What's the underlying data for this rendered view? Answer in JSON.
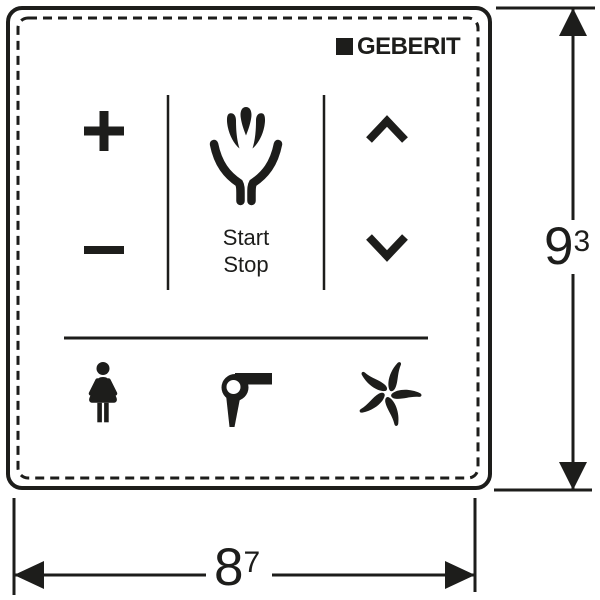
{
  "colors": {
    "ink": "#1d1d1b",
    "background": "#ffffff"
  },
  "panel": {
    "brand": {
      "logo_text": "GEBERIT",
      "logo_mark": "black-square"
    },
    "controls": {
      "spray_intensity": {
        "increase_icon": "plus-icon",
        "decrease_icon": "minus-icon"
      },
      "spray": {
        "icon": "spray-icon",
        "start_label": "Start",
        "stop_label": "Stop"
      },
      "arm_position": {
        "up_icon": "chevron-up-icon",
        "down_icon": "chevron-down-icon"
      },
      "functions": [
        {
          "icon": "lady-wash-icon",
          "name": "lady wash"
        },
        {
          "icon": "dryer-icon",
          "name": "dryer"
        },
        {
          "icon": "fan-icon",
          "name": "odour extraction"
        }
      ]
    }
  },
  "dimensions": {
    "height": {
      "value": "9",
      "superscript": "3"
    },
    "width": {
      "value": "8",
      "superscript": "7"
    }
  }
}
